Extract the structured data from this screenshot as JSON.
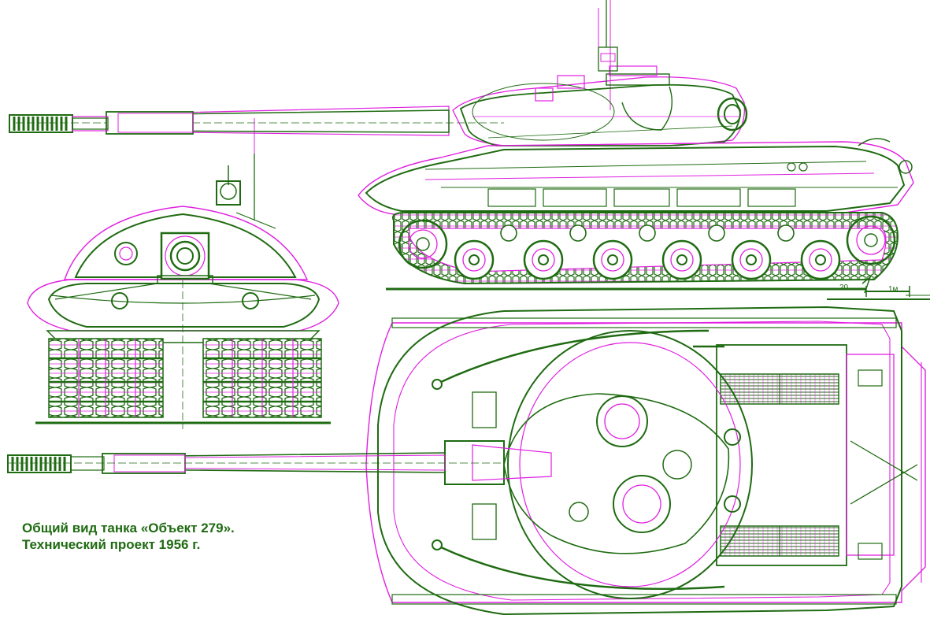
{
  "caption": {
    "line1": "Общий вид танка «Объект 279».",
    "line2": "Технический проект 1956 г."
  },
  "scale_label": "1м",
  "stamp": "20",
  "colors": {
    "outline_green": "#1f6b12",
    "outline_magenta": "#e020e0",
    "caption": "#1f6b12",
    "background": "#ffffff"
  }
}
